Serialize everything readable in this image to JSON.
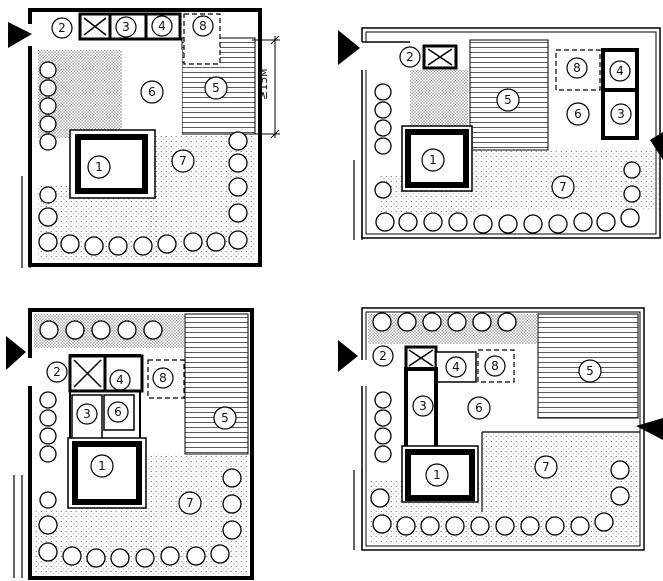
{
  "dimension_label": "≥15м",
  "plans": [
    {
      "id": "plan-top-left",
      "labels": [
        {
          "text": "1"
        },
        {
          "text": "2"
        },
        {
          "text": "3"
        },
        {
          "text": "4"
        },
        {
          "text": "5"
        },
        {
          "text": "6"
        },
        {
          "text": "7"
        },
        {
          "text": "8"
        }
      ]
    },
    {
      "id": "plan-top-right",
      "labels": [
        {
          "text": "1"
        },
        {
          "text": "2"
        },
        {
          "text": "3"
        },
        {
          "text": "4"
        },
        {
          "text": "5"
        },
        {
          "text": "6"
        },
        {
          "text": "7"
        },
        {
          "text": "8"
        }
      ]
    },
    {
      "id": "plan-bottom-left",
      "labels": [
        {
          "text": "1"
        },
        {
          "text": "2"
        },
        {
          "text": "3"
        },
        {
          "text": "4"
        },
        {
          "text": "5"
        },
        {
          "text": "6"
        },
        {
          "text": "7"
        },
        {
          "text": "8"
        }
      ]
    },
    {
      "id": "plan-bottom-right",
      "labels": [
        {
          "text": "1"
        },
        {
          "text": "2"
        },
        {
          "text": "3"
        },
        {
          "text": "4"
        },
        {
          "text": "5"
        },
        {
          "text": "6"
        },
        {
          "text": "7"
        },
        {
          "text": "8"
        }
      ]
    }
  ]
}
